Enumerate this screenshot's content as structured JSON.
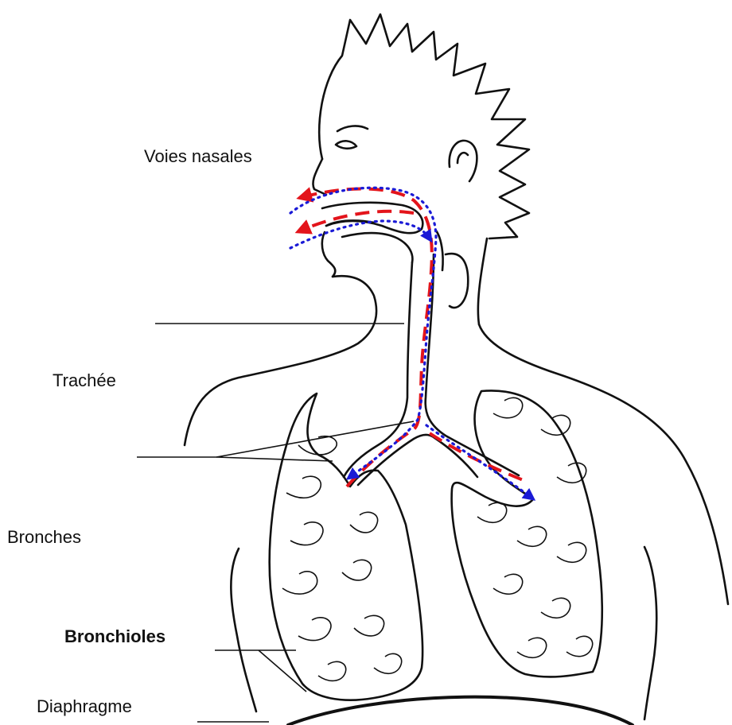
{
  "labels": {
    "nasal": "Voies nasales",
    "trachea": "Trachée",
    "bronchi": "Bronches",
    "bronchioles": "Bronchioles",
    "diaphragm": "Diaphragme"
  },
  "colors": {
    "outline": "#111111",
    "exhale_path": "#e3141b",
    "inhale_path": "#1a1ad6"
  }
}
